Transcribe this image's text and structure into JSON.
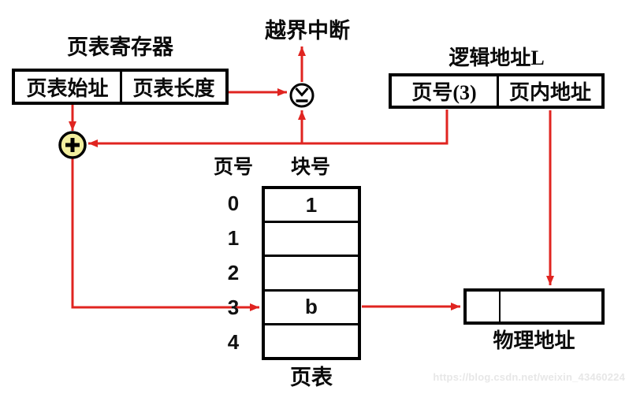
{
  "colors": {
    "arrow_red": "#E02420",
    "adder_fill": "#F3EF9F",
    "outline_black": "#000000",
    "watermark_gray": "#E7E7E7"
  },
  "register": {
    "title": "页表寄存器",
    "cell_start": "页表始址",
    "cell_length": "页表长度"
  },
  "interrupt": {
    "label": "越界中断"
  },
  "logical": {
    "title": "逻辑地址L",
    "cell_page": "页号(3)",
    "cell_offset": "页内地址"
  },
  "table": {
    "header_page": "页号",
    "header_block": "块号",
    "rows": [
      {
        "label": "0",
        "value": "1"
      },
      {
        "label": "1",
        "value": ""
      },
      {
        "label": "2",
        "value": ""
      },
      {
        "label": "3",
        "value": "b"
      },
      {
        "label": "4",
        "value": ""
      }
    ],
    "caption": "页表"
  },
  "physical": {
    "label": "物理地址"
  },
  "icons": {
    "adder": "plus-in-circle",
    "comparator": "less-equal-in-circle"
  },
  "watermark": "https://blog.csdn.net/weixin_43460224"
}
